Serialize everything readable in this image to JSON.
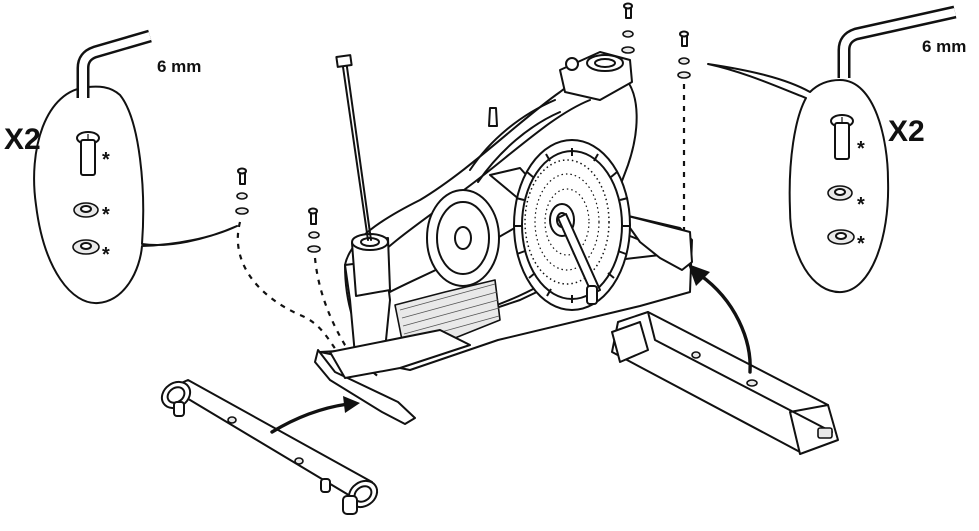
{
  "left_callout": {
    "quantity": "X2",
    "tool_size": "6 mm",
    "bolt_marker": "*",
    "spring_washer_marker": "*",
    "flat_washer_marker": "*"
  },
  "right_callout": {
    "quantity": "X2",
    "tool_size": "6 mm",
    "bolt_marker": "*",
    "spring_washer_marker": "*",
    "flat_washer_marker": "*"
  },
  "icons": {
    "tool": "hex-key-icon",
    "bolt": "bolt-icon",
    "spring_washer": "spring-washer-icon",
    "flat_washer": "flat-washer-icon"
  }
}
